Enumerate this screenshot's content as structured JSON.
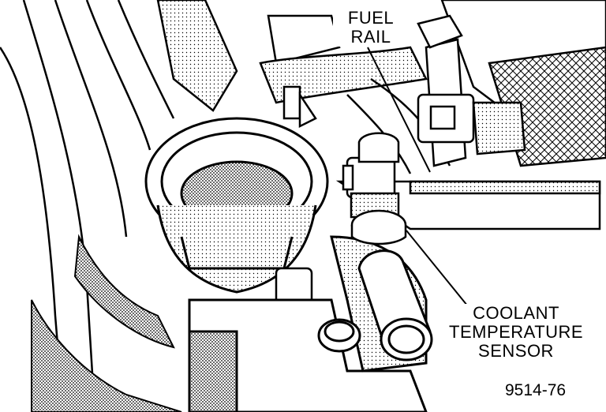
{
  "callouts": {
    "fuel_rail": [
      "FUEL",
      "RAIL"
    ],
    "coolant_sensor": [
      "COOLANT",
      "TEMPERATURE",
      "SENSOR"
    ]
  },
  "figure_number": "9514-76",
  "colors": {
    "ink": "#000000",
    "paper": "#ffffff",
    "shade": "#8a8a8a"
  }
}
